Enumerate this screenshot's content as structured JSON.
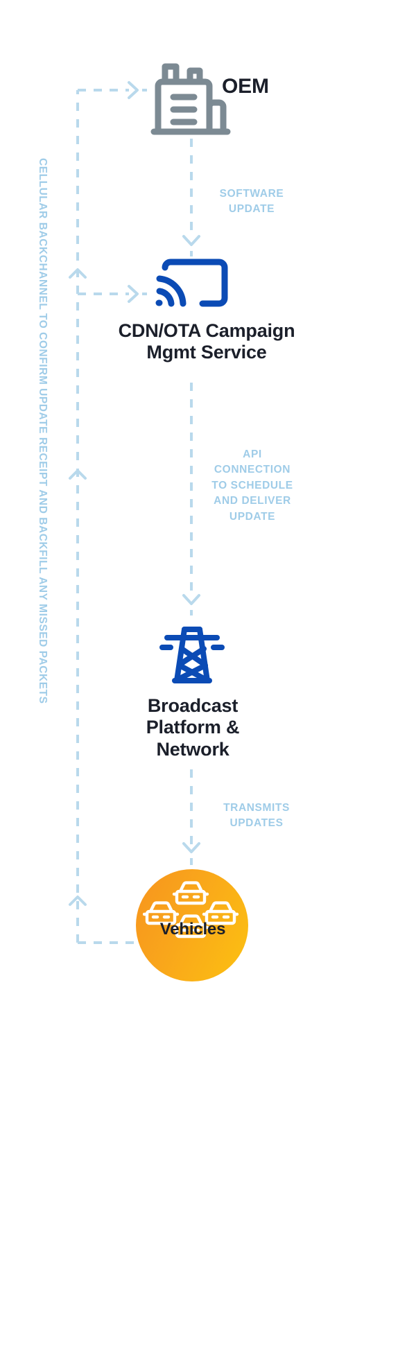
{
  "diagram": {
    "type": "flow-diagram",
    "title_text": "OTA software update distribution flow",
    "colors": {
      "dash_light_blue": "#B9D9EC",
      "label_blue": "#9FCCE8",
      "brand_blue": "#0B4BB5",
      "icon_grey": "#7C8A93",
      "text_dark": "#1B1F2A",
      "vehicle_gradient_start": "#F7941E",
      "vehicle_gradient_end": "#FCC111"
    },
    "backchannel": {
      "label": "CELLULAR BACKCHANNEL TO CONFIRM UPDATE RECEIPT AND BACKFILL ANY MISSED PACKETS"
    },
    "nodes": [
      {
        "id": "oem",
        "label": "OEM",
        "icon": "factory-building-icon"
      },
      {
        "id": "cdn",
        "label": "CDN/OTA Campaign Mgmt Service",
        "icon": "cast-stream-icon"
      },
      {
        "id": "broadcast",
        "label": "Broadcast Platform & Network",
        "icon": "broadcast-tower-icon"
      },
      {
        "id": "vehicles",
        "label": "Vehicles",
        "icon": "cars-group-icon"
      }
    ],
    "node_labels": {
      "oem": "OEM",
      "cdn_line1": "CDN/OTA Campaign",
      "cdn_line2": "Mgmt Service",
      "broadcast_line1": "Broadcast",
      "broadcast_line2": "Platform &",
      "broadcast_line3": "Network",
      "vehicles": "Vehicles"
    },
    "edges": [
      {
        "id": "software-update",
        "from": "oem",
        "to": "cdn",
        "label_line1": "SOFTWARE",
        "label_line2": "UPDATE"
      },
      {
        "id": "api-connection",
        "from": "cdn",
        "to": "broadcast",
        "label_line1": "API",
        "label_line2": "CONNECTION",
        "label_line3": "TO SCHEDULE",
        "label_line4": "AND DELIVER",
        "label_line5": "UPDATE"
      },
      {
        "id": "transmits-updates",
        "from": "broadcast",
        "to": "vehicles",
        "label_line1": "TRANSMITS",
        "label_line2": "UPDATES"
      }
    ]
  }
}
